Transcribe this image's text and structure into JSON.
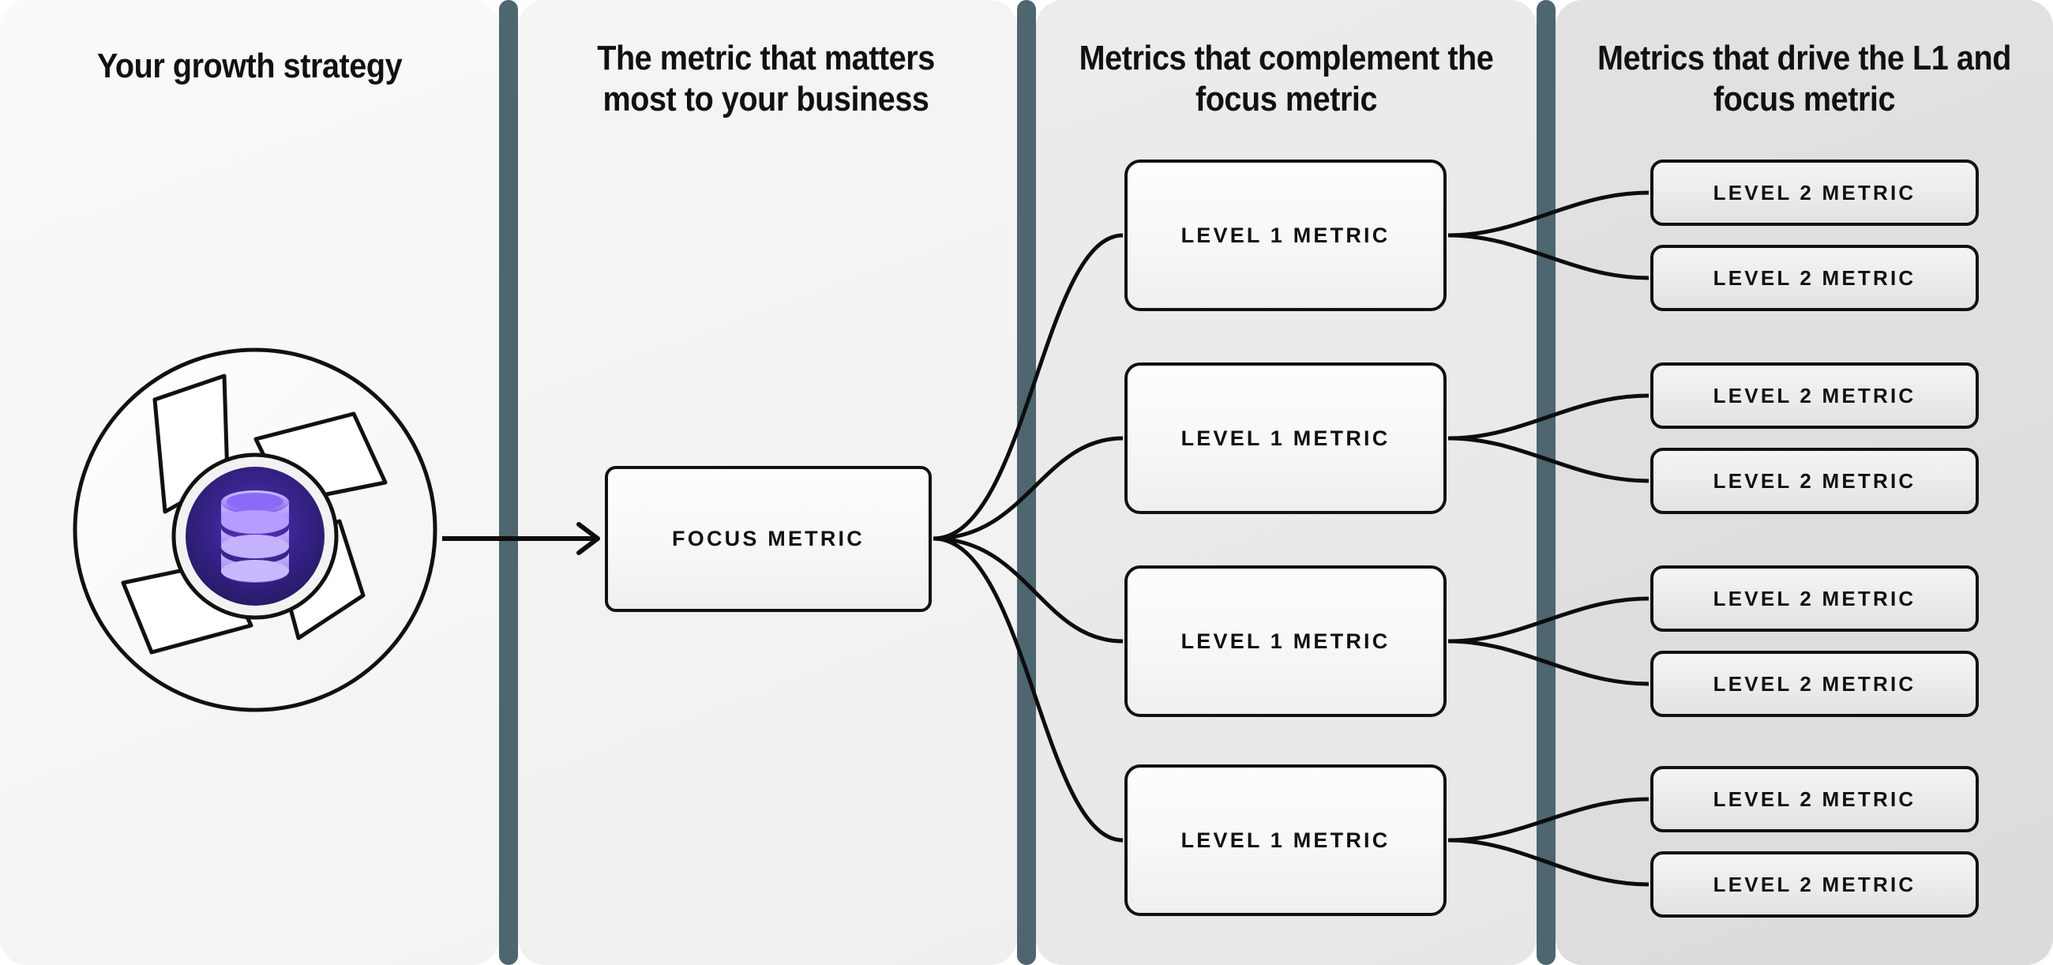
{
  "columns": [
    {
      "id": "growth-strategy",
      "title": "Your growth strategy"
    },
    {
      "id": "focus-metric",
      "title": "The metric that matters most to your business"
    },
    {
      "id": "complement",
      "title": "Metrics that complement the focus metric"
    },
    {
      "id": "drivers",
      "title": "Metrics that drive the L1 and focus metric"
    }
  ],
  "logo": {
    "name": "database-pinwheel-logo",
    "inner_icon": "database-icon",
    "ring_color": "#ffffff",
    "core_gradient_outer": "#241a63",
    "core_gradient_inner": "#4b2fae",
    "icon_color": "#a78bfa",
    "stroke_color": "#111111"
  },
  "focus": {
    "label": "FOCUS METRIC"
  },
  "level1": [
    {
      "label": "LEVEL 1 METRIC"
    },
    {
      "label": "LEVEL 1 METRIC"
    },
    {
      "label": "LEVEL 1 METRIC"
    },
    {
      "label": "LEVEL 1 METRIC"
    }
  ],
  "level2": [
    {
      "label": "LEVEL 2 METRIC"
    },
    {
      "label": "LEVEL 2 METRIC"
    },
    {
      "label": "LEVEL 2 METRIC"
    },
    {
      "label": "LEVEL 2 METRIC"
    },
    {
      "label": "LEVEL 2 METRIC"
    },
    {
      "label": "LEVEL 2 METRIC"
    },
    {
      "label": "LEVEL 2 METRIC"
    },
    {
      "label": "LEVEL 2 METRIC"
    }
  ],
  "colors": {
    "divider": "#4d6670",
    "panel_1": "#f7f7f7",
    "panel_2": "#f2f2f2",
    "panel_3": "#e9e9e9",
    "panel_4": "#dedede",
    "box_border": "#111111",
    "connector": "#0d0d0d",
    "text": "#111111"
  },
  "chart_data": {
    "type": "tree",
    "title": "Metric tree: focus metric hierarchy",
    "root": "FOCUS METRIC",
    "levels": [
      "Your growth strategy",
      "FOCUS METRIC",
      "LEVEL 1 METRIC",
      "LEVEL 2 METRIC"
    ],
    "counts": {
      "focus": 1,
      "level_1": 4,
      "level_2": 8,
      "level_2_per_level_1": 2
    }
  }
}
